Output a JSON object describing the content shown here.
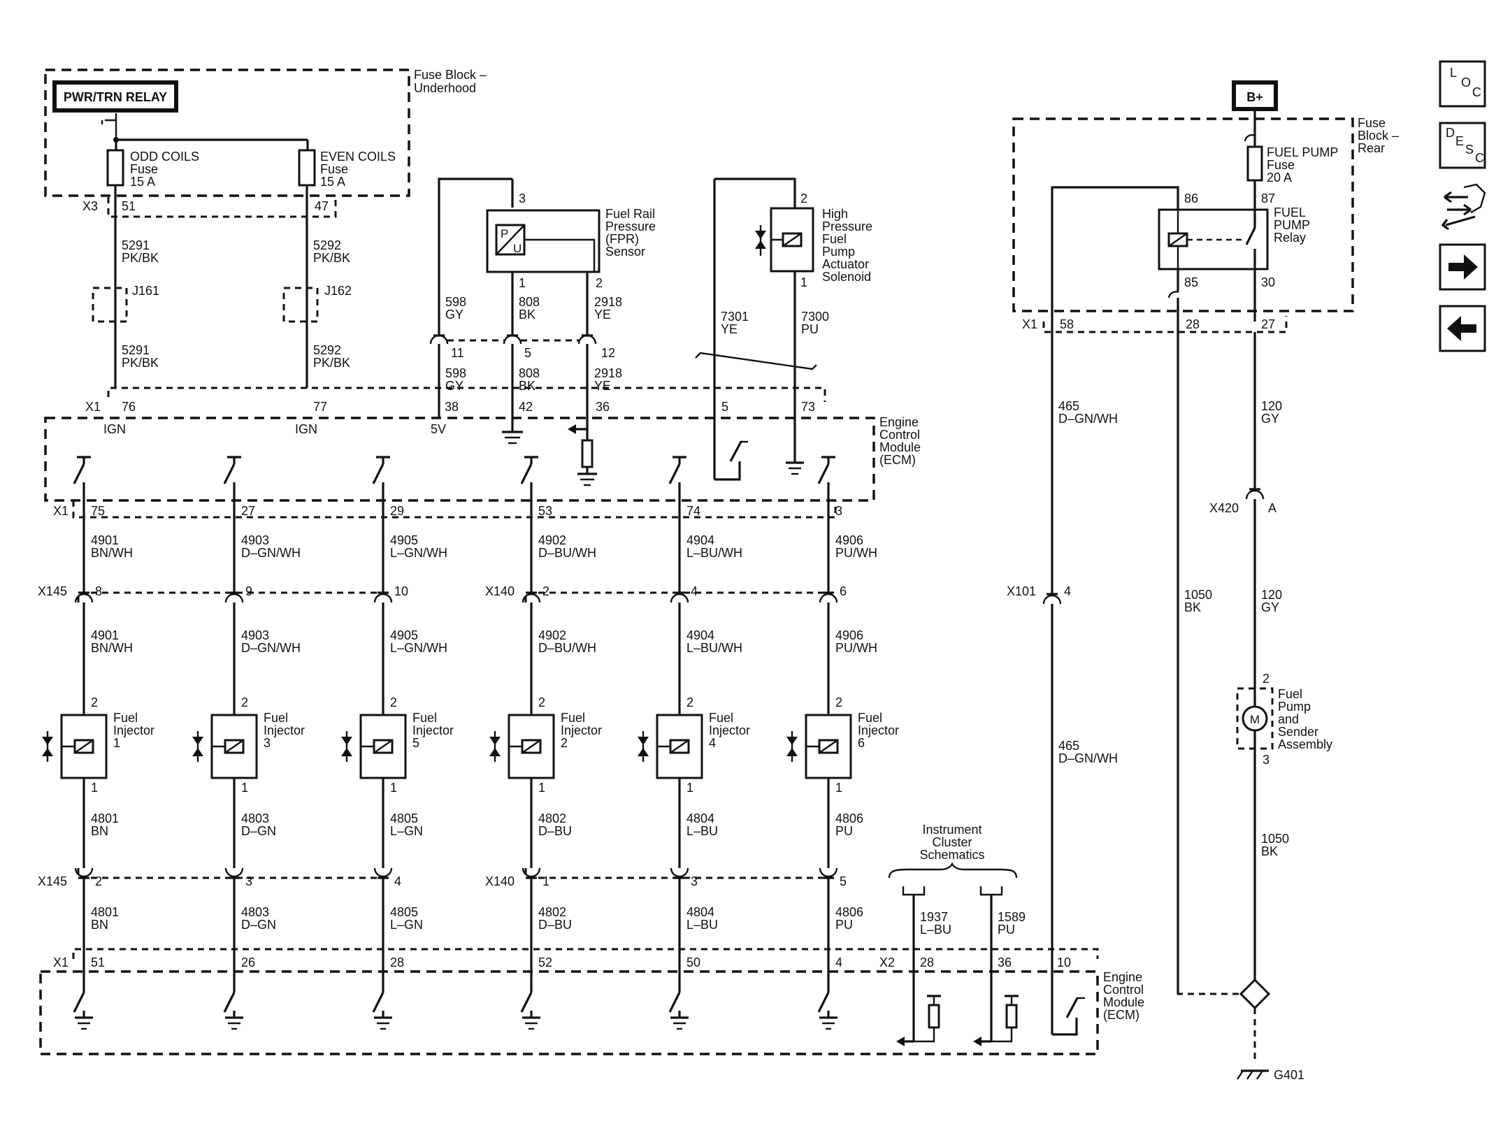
{
  "power_block": {
    "relay_label": "PWR/TRN RELAY",
    "fuse_block_label": [
      "Fuse Block –",
      "Underhood"
    ],
    "fuses": [
      {
        "name": "ODD COILS",
        "type": "Fuse",
        "rating": "15 A",
        "pin": "51"
      },
      {
        "name": "EVEN COILS",
        "type": "Fuse",
        "rating": "15 A",
        "pin": "47"
      }
    ],
    "connector": "X3"
  },
  "splices": [
    {
      "id": "J161",
      "circuit": "5291",
      "color": "PK/BK",
      "ecm_pin": "76",
      "ecm_label": "IGN"
    },
    {
      "id": "J162",
      "circuit": "5292",
      "color": "PK/BK",
      "ecm_pin": "77",
      "ecm_label": "IGN"
    }
  ],
  "fpr_sensor": {
    "label": [
      "Fuel Rail",
      "Pressure",
      "(FPR)",
      "Sensor"
    ],
    "pins": [
      "3",
      "1",
      "2"
    ],
    "connector_pins": [
      "11",
      "5",
      "12"
    ],
    "wires": [
      {
        "circuit": "598",
        "color": "GY",
        "ecm_pin": "38",
        "ecm_label": "5V"
      },
      {
        "circuit": "808",
        "color": "BK",
        "ecm_pin": "42"
      },
      {
        "circuit": "2918",
        "color": "YE",
        "ecm_pin": "36"
      }
    ],
    "symbol": [
      "P",
      "U"
    ]
  },
  "hpfp": {
    "label": [
      "High",
      "Pressure",
      "Fuel",
      "Pump",
      "Actuator",
      "Solenoid"
    ],
    "pins": [
      "2",
      "1"
    ],
    "wires": [
      {
        "circuit": "7301",
        "color": "YE",
        "ecm_pin": "5"
      },
      {
        "circuit": "7300",
        "color": "PU",
        "ecm_pin": "73"
      }
    ]
  },
  "ecm": {
    "label": [
      "Engine",
      "Control",
      "Module",
      "(ECM)"
    ],
    "connector_x1": "X1",
    "connector_x2": "X2"
  },
  "injectors": [
    {
      "name": [
        "Fuel",
        "Injector",
        "1"
      ],
      "top_pin": "75",
      "circ_a": "4901",
      "color_a": "BN/WH",
      "conn_a": "X145",
      "conn_a_pin": "8",
      "circ_b": "4801",
      "color_b": "BN",
      "conn_b": "X145",
      "conn_b_pin": "2",
      "bottom_pin": "51",
      "pin_top": "2",
      "pin_bot": "1"
    },
    {
      "name": [
        "Fuel",
        "Injector",
        "3"
      ],
      "top_pin": "27",
      "circ_a": "4903",
      "color_a": "D–GN/WH",
      "conn_a": "",
      "conn_a_pin": "9",
      "circ_b": "4803",
      "color_b": "D–GN",
      "conn_b": "",
      "conn_b_pin": "3",
      "bottom_pin": "26",
      "pin_top": "2",
      "pin_bot": "1"
    },
    {
      "name": [
        "Fuel",
        "Injector",
        "5"
      ],
      "top_pin": "29",
      "circ_a": "4905",
      "color_a": "L–GN/WH",
      "conn_a": "",
      "conn_a_pin": "10",
      "circ_b": "4805",
      "color_b": "L–GN",
      "conn_b": "",
      "conn_b_pin": "4",
      "bottom_pin": "28",
      "pin_top": "2",
      "pin_bot": "1"
    },
    {
      "name": [
        "Fuel",
        "Injector",
        "2"
      ],
      "top_pin": "53",
      "circ_a": "4902",
      "color_a": "D–BU/WH",
      "conn_a": "X140",
      "conn_a_pin": "2",
      "circ_b": "4802",
      "color_b": "D–BU",
      "conn_b": "X140",
      "conn_b_pin": "1",
      "bottom_pin": "52",
      "pin_top": "2",
      "pin_bot": "1"
    },
    {
      "name": [
        "Fuel",
        "Injector",
        "4"
      ],
      "top_pin": "74",
      "circ_a": "4904",
      "color_a": "L–BU/WH",
      "conn_a": "",
      "conn_a_pin": "4",
      "circ_b": "4804",
      "color_b": "L–BU",
      "conn_b": "",
      "conn_b_pin": "3",
      "bottom_pin": "50",
      "pin_top": "2",
      "pin_bot": "1"
    },
    {
      "name": [
        "Fuel",
        "Injector",
        "6"
      ],
      "top_pin": "3",
      "circ_a": "4906",
      "color_a": "PU/WH",
      "conn_a": "",
      "conn_a_pin": "6",
      "circ_b": "4806",
      "color_b": "PU",
      "conn_b": "",
      "conn_b_pin": "5",
      "bottom_pin": "4",
      "pin_top": "2",
      "pin_bot": "1"
    }
  ],
  "instrument_cluster": {
    "label": [
      "Instrument",
      "Cluster",
      "Schematics"
    ],
    "wires": [
      {
        "circuit": "1937",
        "color": "L–BU",
        "pin": "28"
      },
      {
        "circuit": "1589",
        "color": "PU",
        "pin": "36"
      }
    ]
  },
  "fuel_pump": {
    "b_plus": "B+",
    "fuse_block_label": [
      "Fuse",
      "Block –",
      "Rear"
    ],
    "fuse": {
      "name": "FUEL PUMP",
      "type": "Fuse",
      "rating": "20 A"
    },
    "relay": {
      "label": [
        "FUEL",
        "PUMP",
        "Relay"
      ],
      "pins": [
        "86",
        "87",
        "85",
        "30"
      ]
    },
    "x1_pins": [
      "58",
      "28",
      "27"
    ],
    "wires": [
      {
        "circuit": "465",
        "color": "D–GN/WH"
      },
      {
        "circuit": "120",
        "color": "GY"
      },
      {
        "circuit": "1050",
        "color": "BK"
      }
    ],
    "x420": {
      "name": "X420",
      "pin": "A"
    },
    "x101": {
      "name": "X101",
      "pin": "4"
    },
    "ecm_pin": "10",
    "assembly": {
      "label": [
        "Fuel",
        "Pump",
        "and",
        "Sender",
        "Assembly"
      ],
      "pins": [
        "2",
        "3"
      ],
      "symbol": "M"
    },
    "ground": "G401"
  },
  "nav": {
    "loc": {
      "a": "L",
      "b": "O",
      "c": "C"
    },
    "desc": {
      "a": "D",
      "b": "E",
      "c": "S",
      "d": "C"
    }
  }
}
